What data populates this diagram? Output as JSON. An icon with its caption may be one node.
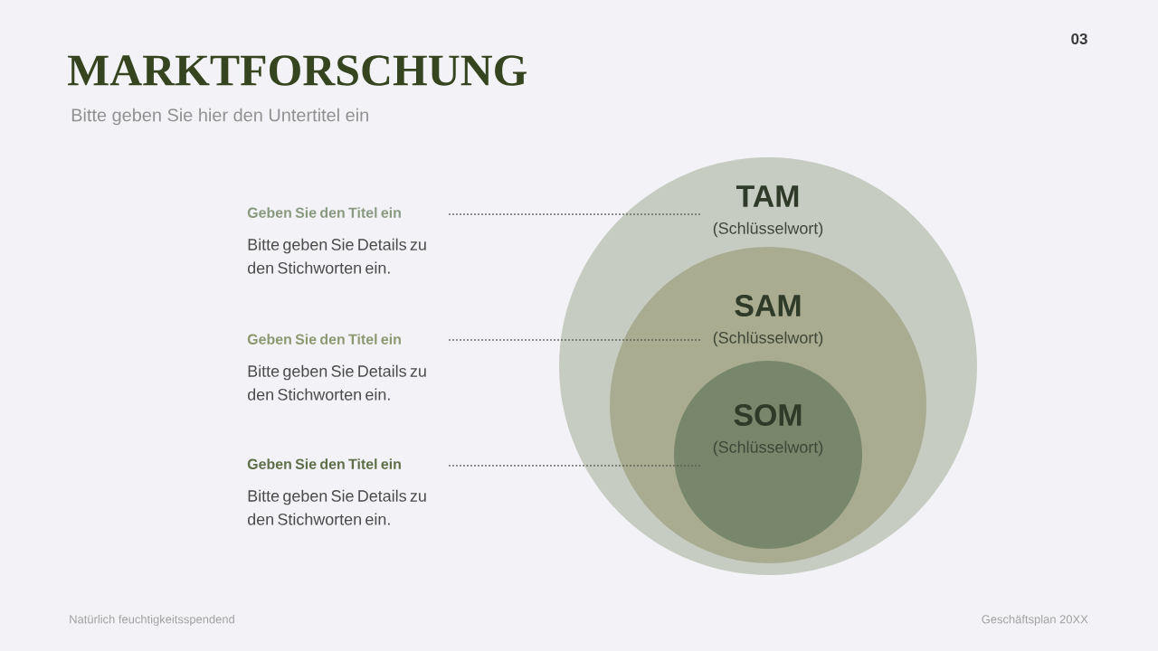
{
  "diagram": {
    "title": "MARKTFORSCHUNG",
    "nodes": [
      {
        "text": [
          "TAM",
          "(Schlüsselwort)"
        ]
      },
      {
        "text": [
          "SAM",
          "(Schlüsselwort)"
        ],
        "in": 0
      },
      {
        "text": [
          "SOM",
          "(Schlüsselwort)"
        ],
        "in": 1
      },
      {
        "text": [
          "Geben Sie den Titel ein",
          "Bitte geben Sie Details zu den Stichworten ein."
        ]
      },
      {
        "text": [
          "Geben Sie den Titel ein",
          "Bitte geben Sie Details zu den Stichworten ein."
        ]
      },
      {
        "text": [
          "Geben Sie den Titel ein",
          "Bitte geben Sie Details zu den Stichworten ein."
        ]
      }
    ],
    "edges": [
      {
        "from": 3,
        "to": 0,
        "arrow": "none"
      },
      {
        "from": 4,
        "to": 1,
        "arrow": "none"
      },
      {
        "from": 5,
        "to": 2,
        "arrow": "none"
      }
    ],
    "labels": [
      "03",
      "Bitte geben Sie hier den Untertitel ein",
      "Natürlich feuchtigkeitsspendend",
      "Geschäftsplan 20XX"
    ]
  }
}
